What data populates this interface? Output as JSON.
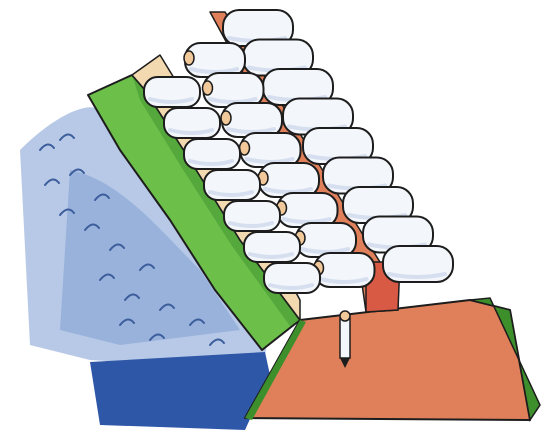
{
  "illustration": {
    "subject": "sandbag-levee-cross-section",
    "labels": []
  },
  "palette": {
    "sky_water_light": "#b7c9e6",
    "water_mid": "#8fa9d8",
    "water_deep": "#2f57a8",
    "wave_stroke": "#3d5e9c",
    "grass": "#6cc04a",
    "grass_dark": "#3d8f2b",
    "soil": "#e0805a",
    "soil_dark": "#c9653f",
    "sand": "#f2d9b0",
    "bag_fill": "#f3f6fb",
    "bag_shade": "#d6dfef",
    "outline": "#1d1d1d",
    "tie": "#f0c89a",
    "trench": "#d85a45"
  },
  "bag_rows": [
    {
      "name": "back-row",
      "count": 9
    },
    {
      "name": "middle-row",
      "count": 8
    },
    {
      "name": "front-row",
      "count": 7
    }
  ],
  "stake": {
    "name": "anchor-stake"
  }
}
